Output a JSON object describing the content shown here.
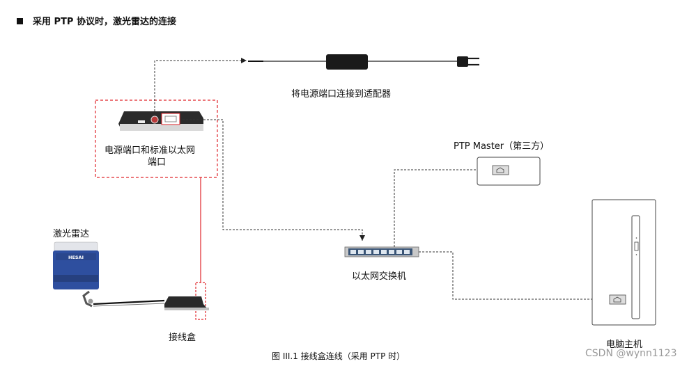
{
  "header": {
    "text": "采用 PTP 协议时，激光雷达的连接"
  },
  "labels": {
    "power_adapter": "将电源端口连接到适配器",
    "power_eth_port_line1": "电源端口和标准以太网",
    "power_eth_port_line2": "端口",
    "ptp_master": "PTP Master（第三方）",
    "lidar": "激光雷达",
    "lidar_brand": "HESAI",
    "switch": "以太网交换机",
    "junction_box": "接线盒",
    "computer": "电脑主机"
  },
  "caption": "图 III.1 接线盒连线（采用 PTP 时）",
  "watermark": "CSDN @wynn1123",
  "colors": {
    "red_highlight": "#e0262b",
    "line_dark": "#333333",
    "lidar_blue": "#2e4f9f"
  }
}
